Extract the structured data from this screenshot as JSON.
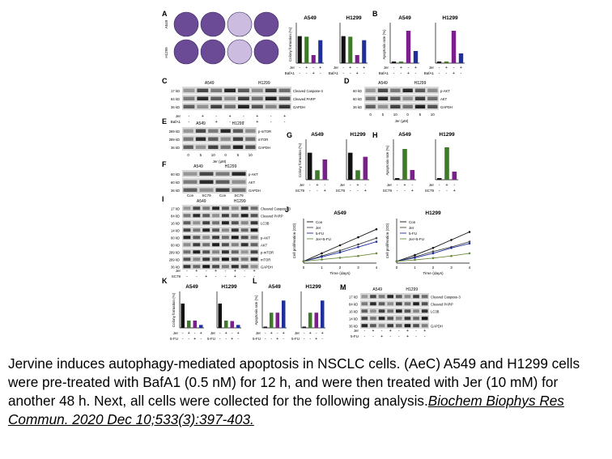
{
  "figure": {
    "panels": {
      "A": {
        "letter": "A",
        "cell_labels": [
          "A549",
          "H1299"
        ],
        "chart_titles": [
          "A549",
          "H1299"
        ],
        "ylabel": "Colony formation (%)",
        "treat": [
          "Jer",
          "BafA1"
        ],
        "signs": [
          [
            "-",
            "+",
            "-",
            "+"
          ],
          [
            "-",
            "-",
            "+",
            "+"
          ]
        ]
      },
      "B": {
        "letter": "B",
        "chart_titles": [
          "A549",
          "H1299"
        ],
        "ylabel": "Apoptosis rate (%)",
        "treat": [
          "Jer",
          "BafA1"
        ]
      },
      "C": {
        "letter": "C",
        "cells": [
          "A549",
          "H1299"
        ],
        "mw": [
          "17 kD",
          "84 kD",
          "36 kD"
        ],
        "bands": [
          "Cleaved Caspase-3",
          "Cleaved PARP",
          "GAPDH"
        ],
        "treat": [
          "Jer",
          "BafA1"
        ]
      },
      "D": {
        "letter": "D",
        "cells": [
          "A549",
          "H1299"
        ],
        "mw": [
          "60 kD",
          "60 kD",
          "36 kD"
        ],
        "bands": [
          "p-AKT",
          "AKT",
          "GAPDH"
        ],
        "doses": [
          "0",
          "5",
          "10",
          "0",
          "5",
          "10"
        ],
        "xlabel": "Jer (μM)"
      },
      "E": {
        "letter": "E",
        "cells": [
          "A549",
          "H1299"
        ],
        "mw": [
          "289 kD",
          "289 kD",
          "36 kD"
        ],
        "bands": [
          "p-mTOR",
          "mTOR",
          "GAPDH"
        ],
        "doses": [
          "0",
          "5",
          "10",
          "0",
          "5",
          "10"
        ],
        "xlabel": "Jer (μM)"
      },
      "F": {
        "letter": "F",
        "cells": [
          "A549",
          "H1299"
        ],
        "mw": [
          "60 kD",
          "60 kD",
          "36 kD"
        ],
        "bands": [
          "p-AKT",
          "AKT",
          "GAPDH"
        ],
        "lanes": [
          "Con",
          "SC79",
          "Con",
          "SC79"
        ]
      },
      "G": {
        "letter": "G",
        "chart_titles": [
          "A549",
          "H1299"
        ],
        "ylabel": "Colony formation (%)",
        "treat": [
          "Jer",
          "SC79"
        ]
      },
      "H": {
        "letter": "H",
        "chart_titles": [
          "A549",
          "H1299"
        ],
        "ylabel": "Apoptosis rate (%)",
        "treat": [
          "Jer",
          "SC79"
        ]
      },
      "I": {
        "letter": "I",
        "cells": [
          "A549",
          "H1299"
        ],
        "mw": [
          "17 kD",
          "84 kD",
          "16 kD",
          "14 kD",
          "60 kD",
          "60 kD",
          "289 kD",
          "289 kD",
          "36 kD"
        ],
        "bands": [
          "Cleaved Caspase-3",
          "Cleaved PARP",
          "LC3B",
          "",
          "p-AKT",
          "AKT",
          "p-mTOR",
          "mTOR",
          "GAPDH"
        ],
        "treat": [
          "Jer",
          "SC79"
        ]
      },
      "J": {
        "letter": "J",
        "chart_titles": [
          "A549",
          "H1299"
        ],
        "ylabel": "Cell proliferation (OD)",
        "xlabel": "Time (days)",
        "legend": [
          "Con",
          "Jer",
          "5-FU",
          "Jer+5-FU"
        ]
      },
      "K": {
        "letter": "K",
        "chart_titles": [
          "A549",
          "H1299"
        ],
        "ylabel": "Colony formation (%)",
        "treat": [
          "Jer",
          "5-FU"
        ]
      },
      "L": {
        "letter": "L",
        "chart_titles": [
          "A549",
          "H1299"
        ],
        "ylabel": "Apoptosis rate (%)",
        "treat": [
          "Jer",
          "5-FU"
        ]
      },
      "M": {
        "letter": "M",
        "cells": [
          "A549",
          "H1299"
        ],
        "mw": [
          "17 kD",
          "84 kD",
          "16 kD",
          "14 kD",
          "36 kD"
        ],
        "bands": [
          "Cleaved Caspase-3",
          "Cleaved PARP",
          "LC3B",
          "",
          "GAPDH"
        ],
        "treat": [
          "Jer",
          "5-FU"
        ]
      }
    },
    "colors": {
      "con": "#111111",
      "jer": "#3f7a2a",
      "inhib": "#7a1f8c",
      "combo": "#1f2f9e",
      "purple_stain": "#6b4a96"
    }
  },
  "chart_data": [
    {
      "type": "bar",
      "panel": "A",
      "title": "A549",
      "categories": [
        "1",
        "2",
        "3",
        "4"
      ],
      "values": [
        100,
        98,
        30,
        85
      ],
      "ylim": [
        0,
        150
      ]
    },
    {
      "type": "bar",
      "panel": "A",
      "title": "H1299",
      "categories": [
        "1",
        "2",
        "3",
        "4"
      ],
      "values": [
        100,
        98,
        30,
        85
      ],
      "ylim": [
        0,
        150
      ]
    },
    {
      "type": "bar",
      "panel": "B",
      "title": "A549",
      "categories": [
        "1",
        "2",
        "3",
        "4"
      ],
      "values": [
        2,
        2,
        40,
        15
      ],
      "ylim": [
        0,
        50
      ]
    },
    {
      "type": "bar",
      "panel": "B",
      "title": "H1299",
      "categories": [
        "1",
        "2",
        "3",
        "4"
      ],
      "values": [
        2,
        2,
        40,
        12
      ],
      "ylim": [
        0,
        50
      ]
    },
    {
      "type": "bar",
      "panel": "G",
      "title": "A549",
      "categories": [
        "1",
        "2",
        "3"
      ],
      "values": [
        100,
        35,
        75
      ],
      "ylim": [
        0,
        150
      ]
    },
    {
      "type": "bar",
      "panel": "G",
      "title": "H1299",
      "categories": [
        "1",
        "2",
        "3"
      ],
      "values": [
        100,
        35,
        85
      ],
      "ylim": [
        0,
        150
      ]
    },
    {
      "type": "bar",
      "panel": "H",
      "title": "A549",
      "categories": [
        "1",
        "2",
        "3"
      ],
      "values": [
        2,
        38,
        12
      ],
      "ylim": [
        0,
        50
      ]
    },
    {
      "type": "bar",
      "panel": "H",
      "title": "H1299",
      "categories": [
        "1",
        "2",
        "3"
      ],
      "values": [
        2,
        40,
        10
      ],
      "ylim": [
        0,
        50
      ]
    },
    {
      "type": "line",
      "panel": "J",
      "title": "A549",
      "x": [
        0,
        1,
        2,
        3,
        4
      ],
      "series": [
        {
          "name": "Con",
          "values": [
            0.1,
            0.55,
            1.0,
            1.45,
            1.9
          ]
        },
        {
          "name": "Jer",
          "values": [
            0.1,
            0.4,
            0.7,
            1.05,
            1.4
          ]
        },
        {
          "name": "5-FU",
          "values": [
            0.1,
            0.35,
            0.6,
            0.9,
            1.2
          ]
        },
        {
          "name": "Jer+5-FU",
          "values": [
            0.1,
            0.2,
            0.3,
            0.4,
            0.55
          ]
        }
      ],
      "ylim": [
        0,
        2.5
      ]
    },
    {
      "type": "line",
      "panel": "J",
      "title": "H1299",
      "x": [
        0,
        1,
        2,
        3,
        4
      ],
      "series": [
        {
          "name": "Con",
          "values": [
            0.1,
            0.45,
            0.85,
            1.3,
            1.75
          ]
        },
        {
          "name": "Jer",
          "values": [
            0.1,
            0.35,
            0.65,
            0.9,
            1.2
          ]
        },
        {
          "name": "5-FU",
          "values": [
            0.1,
            0.3,
            0.55,
            0.85,
            1.1
          ]
        },
        {
          "name": "Jer+5-FU",
          "values": [
            0.1,
            0.18,
            0.28,
            0.4,
            0.55
          ]
        }
      ],
      "ylim": [
        0,
        2.5
      ]
    },
    {
      "type": "bar",
      "panel": "K",
      "title": "A549",
      "categories": [
        "1",
        "2",
        "3",
        "4"
      ],
      "values": [
        100,
        30,
        30,
        12
      ],
      "ylim": [
        0,
        150
      ]
    },
    {
      "type": "bar",
      "panel": "K",
      "title": "H1299",
      "categories": [
        "1",
        "2",
        "3",
        "4"
      ],
      "values": [
        100,
        30,
        28,
        12
      ],
      "ylim": [
        0,
        150
      ]
    },
    {
      "type": "bar",
      "panel": "L",
      "title": "A549",
      "categories": [
        "1",
        "2",
        "3",
        "4"
      ],
      "values": [
        2,
        25,
        25,
        45
      ],
      "ylim": [
        0,
        60
      ]
    },
    {
      "type": "bar",
      "panel": "L",
      "title": "H1299",
      "categories": [
        "1",
        "2",
        "3",
        "4"
      ],
      "values": [
        2,
        25,
        25,
        45
      ],
      "ylim": [
        0,
        60
      ]
    }
  ],
  "caption": {
    "text": "Jervine induces autophagy-mediated apoptosis in NSCLC cells. (AeC) A549 and H1299 cells were pre-treated with BafA1 (0.5 nM) for 12 h, and were then treated with Jer (10 mM) for another 48 h. Next, all cells were collected for the following analysis.",
    "citation": "Biochem Biophys Res Commun. 2020 Dec 10;533(3):397-403."
  }
}
